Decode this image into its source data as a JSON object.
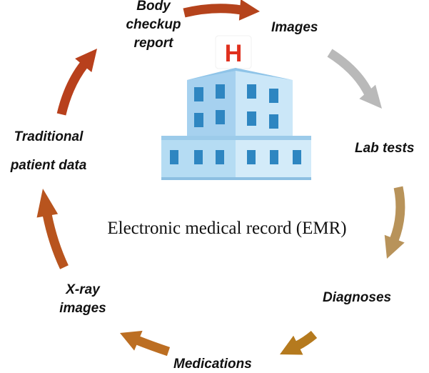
{
  "diagram": {
    "center_label": "Electronic medical record (EMR)",
    "hospital_sign": "H",
    "nodes": [
      {
        "id": "body-checkup-report",
        "lines": [
          "Body",
          "checkup",
          "report"
        ]
      },
      {
        "id": "images",
        "lines": [
          "Images"
        ]
      },
      {
        "id": "lab-tests",
        "lines": [
          "Lab tests"
        ]
      },
      {
        "id": "diagnoses",
        "lines": [
          "Diagnoses"
        ]
      },
      {
        "id": "medications",
        "lines": [
          "Medications"
        ]
      },
      {
        "id": "x-ray-images",
        "lines": [
          "X-ray",
          "images"
        ]
      },
      {
        "id": "traditional-patient-data",
        "lines": [
          "Traditional",
          "patient data"
        ]
      }
    ],
    "arrows": [
      {
        "from": "body-checkup-report",
        "to": "images",
        "color": "#B5431C"
      },
      {
        "from": "images",
        "to": "lab-tests",
        "color": "#B9B9B9"
      },
      {
        "from": "lab-tests",
        "to": "diagnoses",
        "color": "#B8935A"
      },
      {
        "from": "diagnoses",
        "to": "medications",
        "color": "#B57A1E"
      },
      {
        "from": "medications",
        "to": "x-ray-images",
        "color": "#BC6E22"
      },
      {
        "from": "x-ray-images",
        "to": "traditional-patient-data",
        "color": "#B8541E"
      },
      {
        "from": "traditional-patient-data",
        "to": "body-checkup-report",
        "color": "#B8401C"
      }
    ],
    "icon": "hospital-building-icon",
    "colors": {
      "sign_red": "#E0301E",
      "building_light": "#C9E6F7",
      "building_mid": "#A9D4F0",
      "window": "#2E86C1"
    }
  }
}
